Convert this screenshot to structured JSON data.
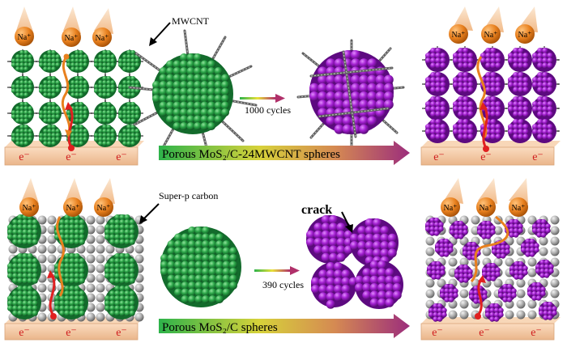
{
  "colors": {
    "active_material": "#1f9a3c",
    "cycled_material": "#a21fd0",
    "carbon_particle": "#a8a8a8",
    "ion": "#e8801e",
    "electron_path": "#e02020",
    "ion_path": "#e8801e",
    "current_collector": "#f5c9a3",
    "label_text": "#000000",
    "collector_text": "#d02020",
    "ion_text": "#000000"
  },
  "icons": [
    "sodium-ion-icon",
    "mwcnt-arrow-icon",
    "crack-arrow-icon",
    "cycle-arrow-icon"
  ],
  "top_row": {
    "callout_label": "MWCNT",
    "cycle_label": "1000 cycles",
    "banner_label": "Porous MoS₂/C-24MWCNT spheres",
    "ion_labels": [
      "Na⁺",
      "Na⁺",
      "Na⁺"
    ],
    "ion_labels_cycled": [
      "Na⁺",
      "Na⁺",
      "Na⁺"
    ],
    "electron_labels": [
      "e⁻",
      "e⁻",
      "e⁻"
    ],
    "electron_labels_cycled": [
      "e⁻",
      "e⁻",
      "e⁻"
    ]
  },
  "bottom_row": {
    "callout_label": "Super-p carbon",
    "cycle_label": "390 cycles",
    "banner_label": "Porous MoS₂/C spheres",
    "crack_label": "crack",
    "ion_labels": [
      "Na⁺",
      "Na⁺",
      "Na⁺"
    ],
    "ion_labels_cycled": [
      "Na⁺",
      "Na⁺",
      "Na⁺"
    ],
    "electron_labels": [
      "e⁻",
      "e⁻",
      "e⁻"
    ],
    "electron_labels_cycled": [
      "e⁻",
      "e⁻",
      "e⁻"
    ]
  }
}
